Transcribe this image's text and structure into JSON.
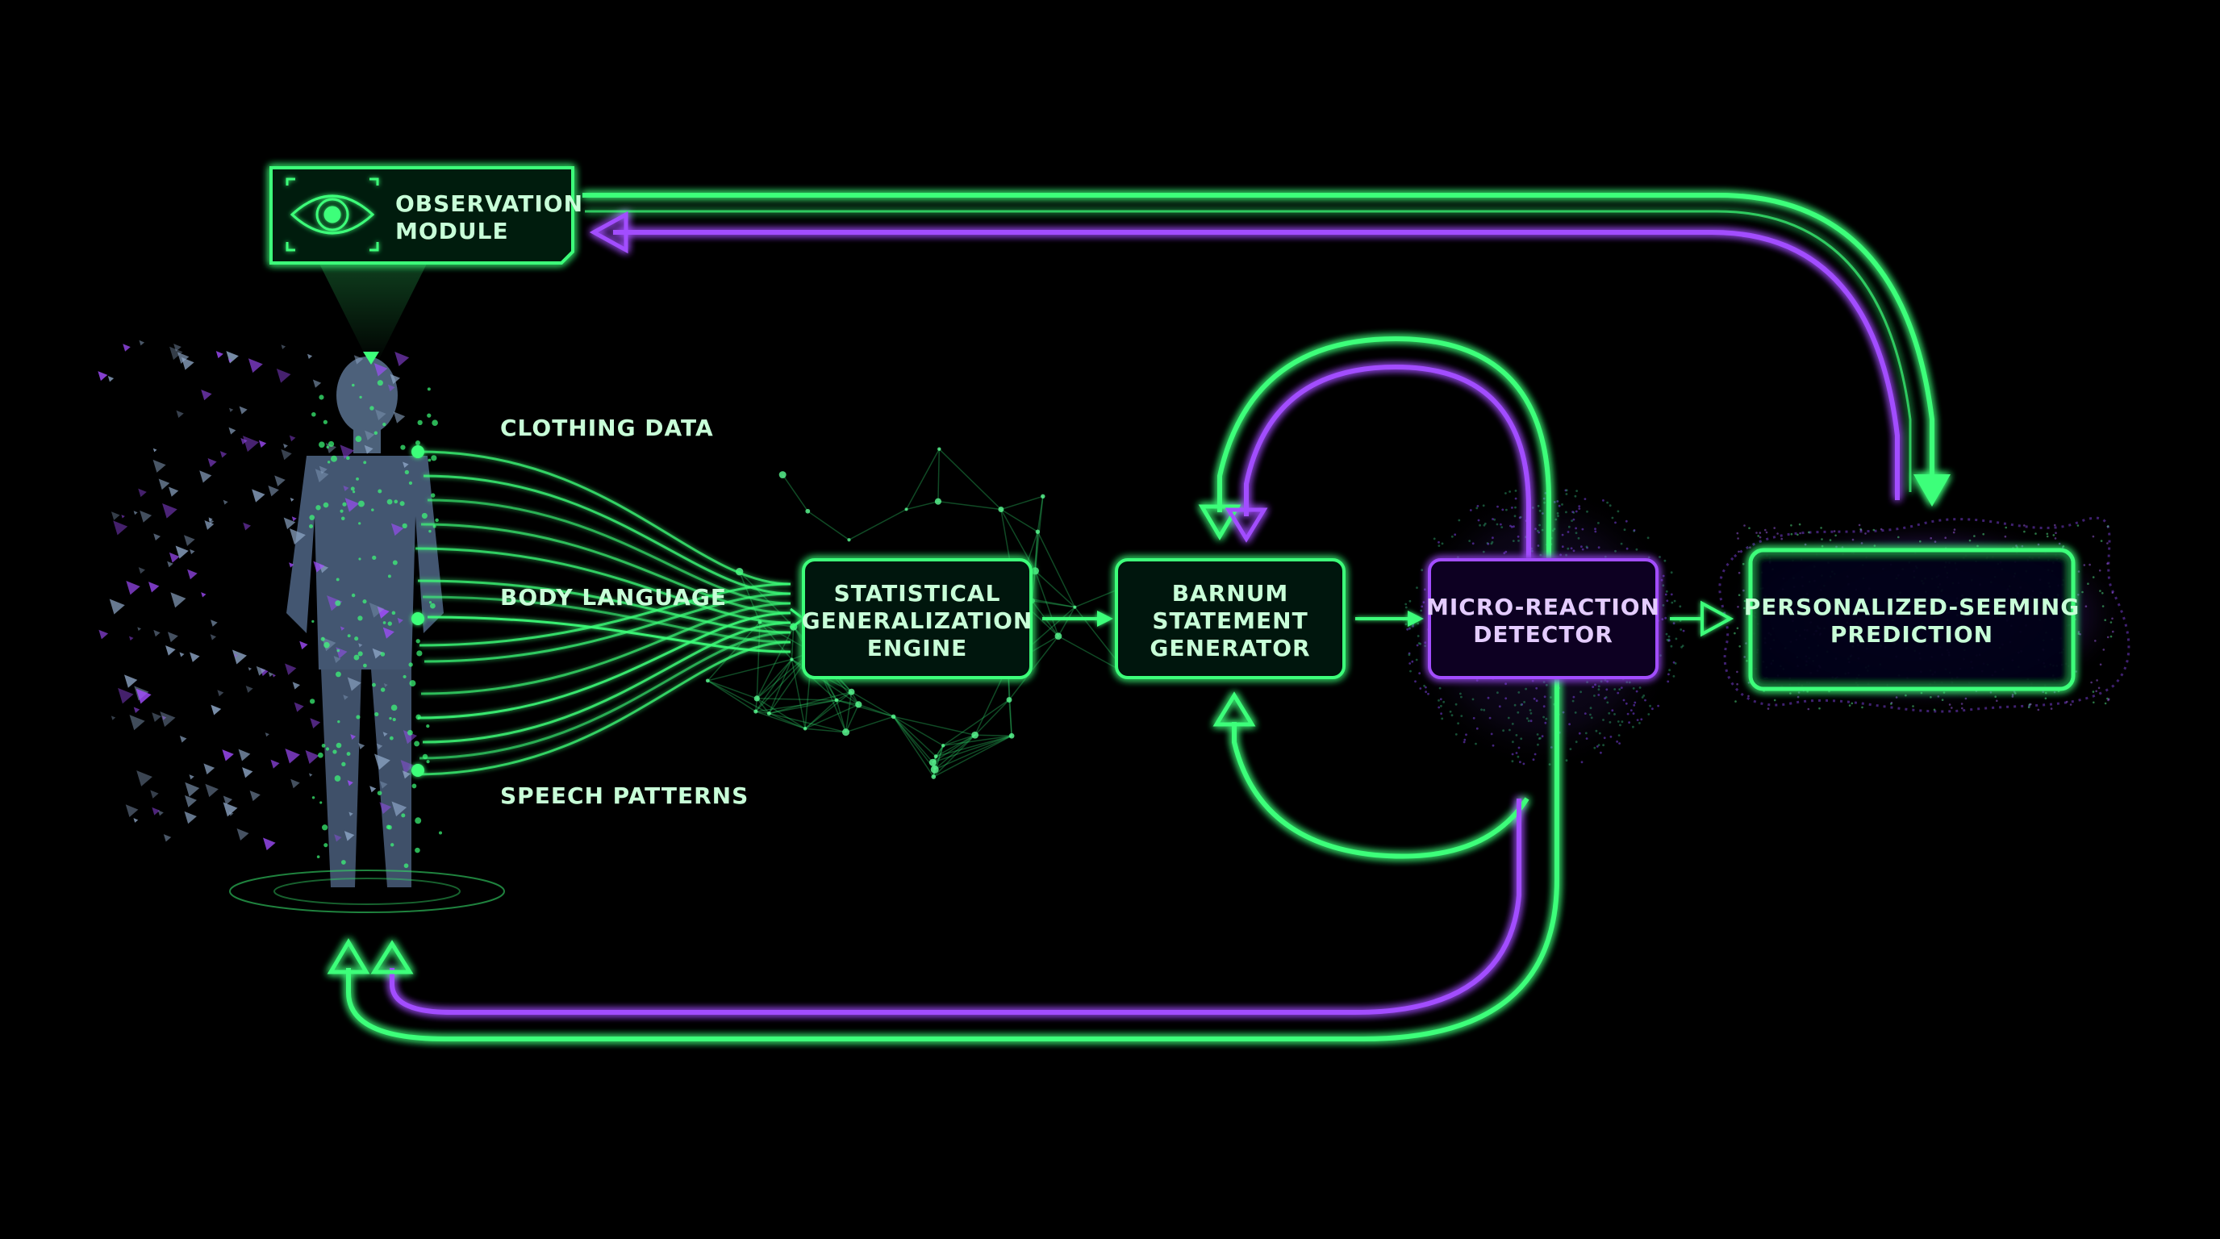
{
  "colors": {
    "background": "#000000",
    "green": "#3dff7a",
    "purple": "#a24dff",
    "text_green": "#c8ffd8",
    "text_purple": "#e4ccff"
  },
  "observation_module": {
    "icon": "eye-icon",
    "line1": "OBSERVATION",
    "line2": "MODULE"
  },
  "inputs": {
    "clothing": "CLOTHING DATA",
    "body": "BODY LANGUAGE",
    "speech": "SPEECH PATTERNS"
  },
  "nodes": {
    "statistical": {
      "line1": "STATISTICAL",
      "line2": "GENERALIZATION",
      "line3": "ENGINE"
    },
    "barnum": {
      "line1": "BARNUM",
      "line2": "STATEMENT",
      "line3": "GENERATOR"
    },
    "micro": {
      "line1": "MICRO-REACTION",
      "line2": "DETECTOR"
    },
    "prediction": {
      "line1": "PERSONALIZED-SEEMING",
      "line2": "PREDICTION"
    }
  }
}
